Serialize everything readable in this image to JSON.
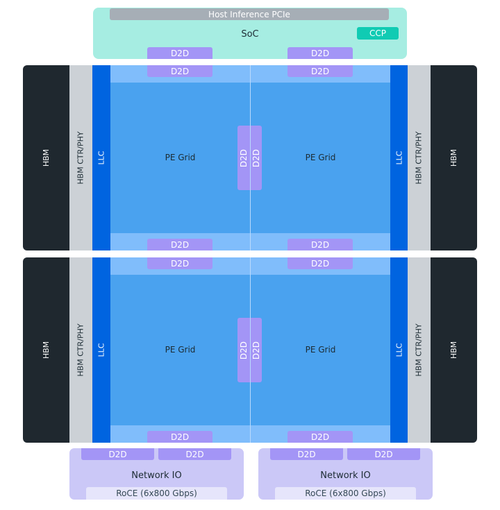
{
  "soc": {
    "label": "SoC",
    "host_pcie": "Host Inference PCIe",
    "ccp": "CCP",
    "d2d": [
      "D2D",
      "D2D"
    ]
  },
  "dies": [
    {
      "hbm_left": "HBM",
      "ctr_left": "HBM CTR/PHY",
      "llc_left": "LLC",
      "pe_left": "PE Grid",
      "pe_right": "PE Grid",
      "llc_right": "LLC",
      "ctr_right": "HBM CTR/PHY",
      "hbm_right": "HBM",
      "d2d_top": [
        "D2D",
        "D2D"
      ],
      "d2d_bottom": [
        "D2D",
        "D2D"
      ],
      "d2d_mid": [
        "D2D",
        "D2D"
      ]
    },
    {
      "hbm_left": "HBM",
      "ctr_left": "HBM CTR/PHY",
      "llc_left": "LLC",
      "pe_left": "PE Grid",
      "pe_right": "PE Grid",
      "llc_right": "LLC",
      "ctr_right": "HBM CTR/PHY",
      "hbm_right": "HBM",
      "d2d_top": [
        "D2D",
        "D2D"
      ],
      "d2d_bottom": [
        "D2D",
        "D2D"
      ],
      "d2d_mid": [
        "D2D",
        "D2D"
      ]
    }
  ],
  "network_io": [
    {
      "label": "Network IO",
      "roce": "RoCE (6x800 Gbps)",
      "d2d": [
        "D2D",
        "D2D"
      ]
    },
    {
      "label": "Network IO",
      "roce": "RoCE (6x800 Gbps)",
      "d2d": [
        "D2D",
        "D2D"
      ]
    }
  ],
  "colors": {
    "soc": "#a6ede2",
    "ccp": "#10cbb3",
    "d2d": "#a395f6",
    "hbm": "#1f282f",
    "llc": "#0064e0",
    "pe_grid": "#4aa2ef",
    "network_io": "#cbc8f7"
  }
}
